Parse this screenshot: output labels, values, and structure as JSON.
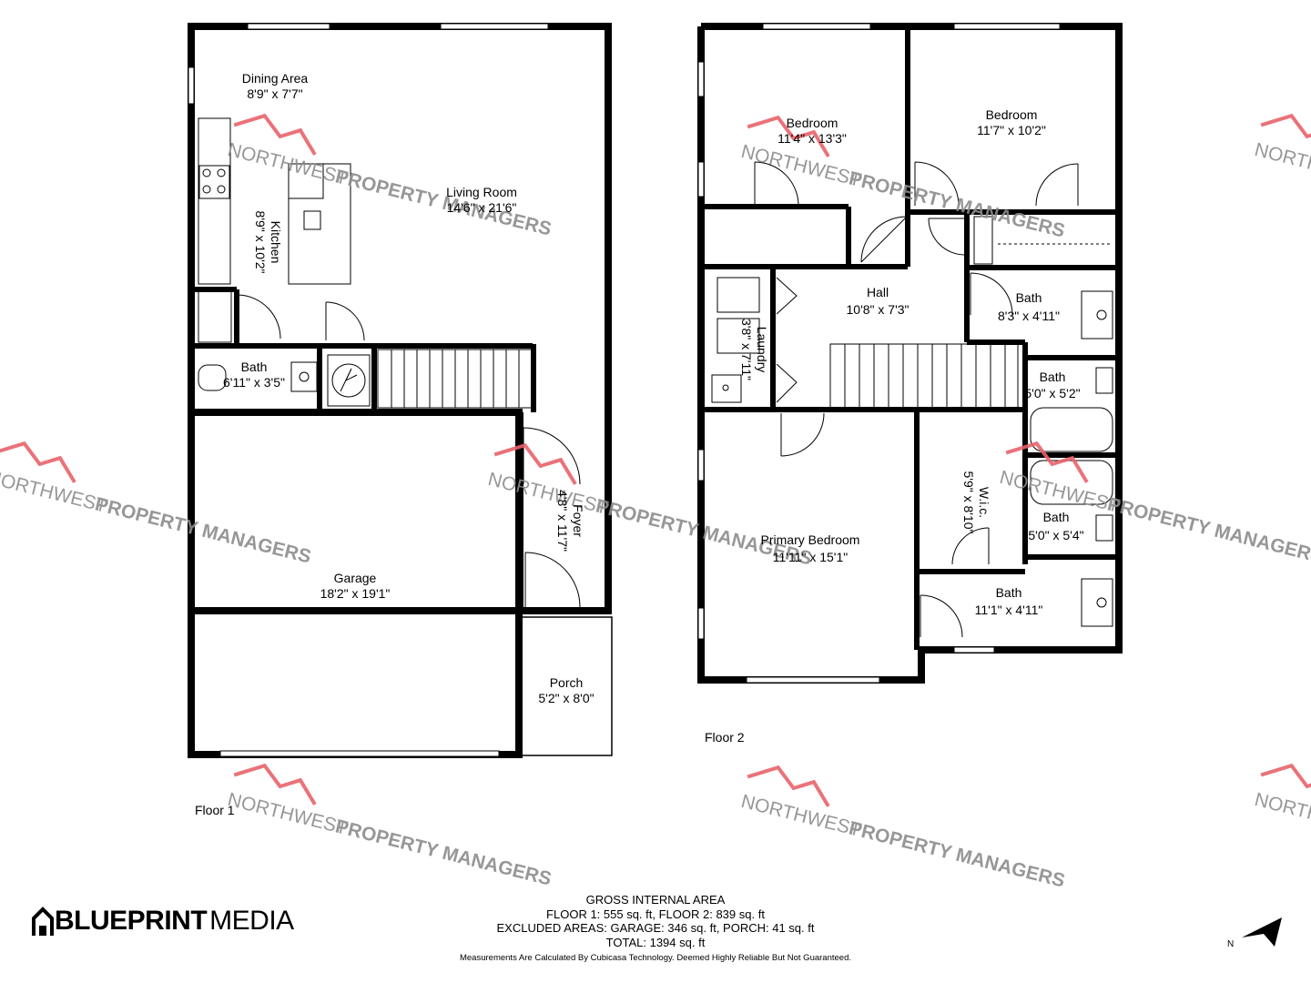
{
  "floors": [
    {
      "label": "Floor 1"
    },
    {
      "label": "Floor 2"
    }
  ],
  "rooms": {
    "dining": {
      "name": "Dining Area",
      "dim": "8'9\" x 7'7\""
    },
    "living": {
      "name": "Living Room",
      "dim": "14'6\" x 21'6\""
    },
    "kitchen": {
      "name": "Kitchen",
      "dim": "8'9\" x 10'2\""
    },
    "bath1": {
      "name": "Bath",
      "dim": "6'11\" x 3'5\""
    },
    "garage": {
      "name": "Garage",
      "dim": "18'2\" x 19'1\""
    },
    "foyer": {
      "name": "Foyer",
      "dim": "4'8\" x 11'7\""
    },
    "porch": {
      "name": "Porch",
      "dim": "5'2\" x 8'0\""
    },
    "bed1": {
      "name": "Bedroom",
      "dim": "11'4\" x 13'3\""
    },
    "bed2": {
      "name": "Bedroom",
      "dim": "11'7\" x 10'2\""
    },
    "hall": {
      "name": "Hall",
      "dim": "10'8\" x 7'3\""
    },
    "laundry": {
      "name": "Laundry",
      "dim": "3'8\" x 7'11\""
    },
    "bath2": {
      "name": "Bath",
      "dim": "8'3\" x 4'11\""
    },
    "bath3": {
      "name": "Bath",
      "dim": "5'0\" x 5'2\""
    },
    "wic": {
      "name": "W.i.c.",
      "dim": "5'9\" x 8'10\""
    },
    "bath4": {
      "name": "Bath",
      "dim": "5'0\" x 5'4\""
    },
    "primary": {
      "name": "Primary Bedroom",
      "dim": "11'11\" x 15'1\""
    },
    "bath5": {
      "name": "Bath",
      "dim": "11'1\" x 4'11\""
    }
  },
  "area_summary": {
    "title": "GROSS INTERNAL AREA",
    "line1": "FLOOR 1: 555 sq. ft, FLOOR 2: 839 sq. ft",
    "line2": "EXCLUDED AREAS: GARAGE: 346 sq. ft, PORCH: 41 sq. ft",
    "line3": "TOTAL: 1394 sq. ft",
    "disclaimer": "Measurements Are Calculated By Cubicasa Technology. Deemed Highly Reliable But Not Guaranteed."
  },
  "logo": {
    "part1": "BLUEPRINT",
    "part2": "MEDIA"
  },
  "watermark": {
    "line1": "NORTHWEST",
    "line2": "PROPERTY MANAGERS",
    "color": "#e8626a"
  },
  "compass": {
    "letter": "N"
  },
  "colors": {
    "wall": "#000000",
    "watermark_text": "#8c8c8c",
    "watermark_roof": "#e8626a"
  }
}
